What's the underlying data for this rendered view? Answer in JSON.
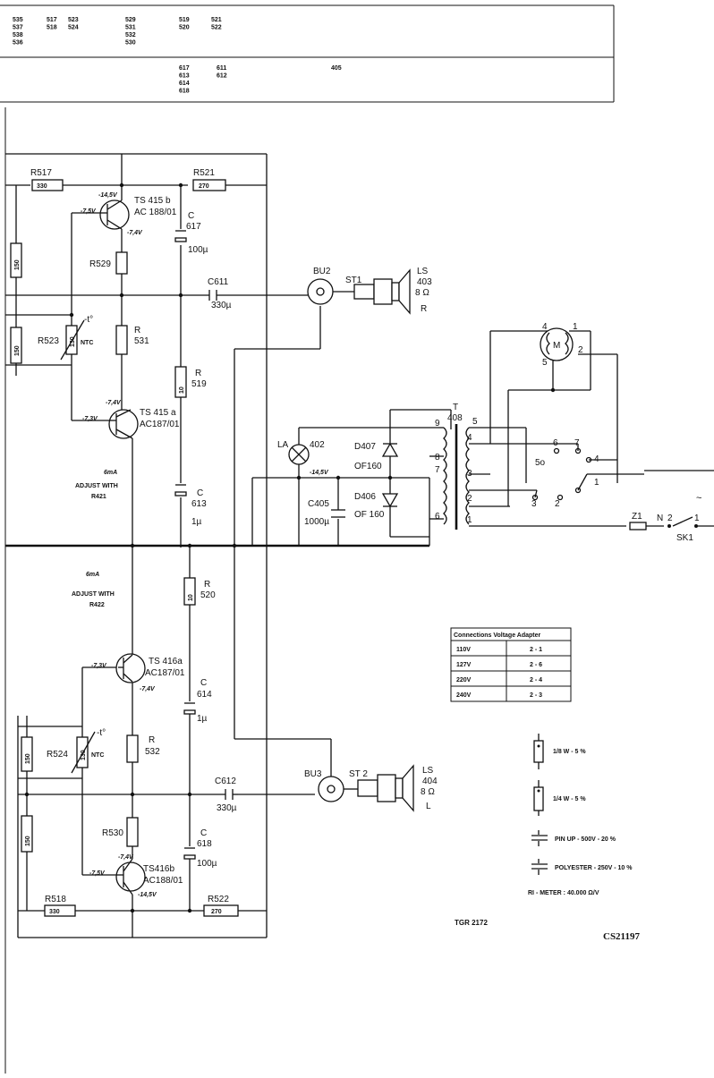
{
  "location_table": {
    "row1_groups": [
      [
        "535",
        "537",
        "538",
        "536"
      ],
      [
        "517",
        "518"
      ],
      [
        "523",
        "524"
      ],
      [
        "529",
        "531",
        "532",
        "530"
      ],
      [
        "519",
        "520"
      ],
      [
        "521",
        "522"
      ]
    ],
    "row2_groups": [
      [
        "617",
        "613",
        "614",
        "618"
      ],
      [
        "611",
        "612"
      ],
      [
        "405"
      ]
    ]
  },
  "components": {
    "r517": "R517",
    "r517_val": "330",
    "r521": "R521",
    "r521_val": "270",
    "ts415b": "TS 415 b",
    "ts415b_type": "AC 188/01",
    "v_145_top": "-14,5V",
    "v_75_top": "-7,5V",
    "v_74_top": "-7,4V",
    "c617_c": "C",
    "c617": "617",
    "c617_val": "100µ",
    "r529": "R529",
    "r_left_top": "150",
    "c611": "C611",
    "c611_val": "330µ",
    "bu2": "BU2",
    "st1": "ST1",
    "ls403": "LS",
    "ls403_n": "403",
    "ls403_ohm": "8 Ω",
    "ls403_ch": "R",
    "r523": "R523",
    "r523_val": "130",
    "ntc_top": "NTC",
    "temp_top": "-t°",
    "r531_r": "R",
    "r531": "531",
    "r519_r": "R",
    "r519": "519",
    "r519_val": "10",
    "r150_mid": "150",
    "ts415a": "TS 415 a",
    "ts415a_type": "AC187/01",
    "v_74_mid": "-7,4V",
    "v_73_mid": "-7,3V",
    "adj1_ma": "6mA",
    "adj1_text": "ADJUST WITH",
    "adj1_ref": "R421",
    "c613_c": "C",
    "c613": "613",
    "c613_val": "1µ",
    "la": "LA",
    "la_n": "402",
    "d407": "D407",
    "d407_val": "OF160",
    "d406": "D406",
    "d406_val": "OF 160",
    "c405": "C405",
    "c405_val": "1000µ",
    "v_145_mid": "-14,5V",
    "t408_t": "T",
    "t408": "408",
    "m": "M",
    "z1": "Z1",
    "n": "N",
    "sk1": "SK1",
    "ac": "~",
    "pin_4": "4",
    "pin_1": "1",
    "pin_5": "5",
    "pin_2": "2",
    "t_pin_9": "9",
    "t_pin_8": "8",
    "t_pin_7": "7",
    "t_pin_6": "6",
    "t_pin_5": "5",
    "t_pin_4": "4",
    "t_pin_3": "3",
    "t_pin_2": "2",
    "t_pin_1": "1",
    "sw_6": "6",
    "sw_7": "7",
    "sw_4": "4",
    "sw_5": "5o",
    "sw_1": "1",
    "sw_3": "3",
    "sw_2": "2",
    "ac_2": "2",
    "ac_1": "1",
    "adj2_ma": "6mA",
    "adj2_text": "ADJUST WITH",
    "adj2_ref": "R422",
    "r520_r": "R",
    "r520": "520",
    "r520_val": "10",
    "ts416a": "TS 416a",
    "ts416a_type": "AC187/01",
    "v_73_bot": "-7,3V",
    "v_74_bot": "-7,4V",
    "c614_c": "C",
    "c614": "614",
    "c614_val": "1µ",
    "r524": "R524",
    "r524_val": "130",
    "ntc_bot": "NTC",
    "temp_bot": "-t°",
    "r532_r": "R",
    "r532": "532",
    "r150_low1": "150",
    "r150_low2": "150",
    "c612": "C612",
    "c612_val": "330µ",
    "bu3": "BU3",
    "st2": "ST 2",
    "ls404": "LS",
    "ls404_n": "404",
    "ls404_ohm": "8 Ω",
    "ls404_ch": "L",
    "r530": "R530",
    "c618_c": "C",
    "c618": "618",
    "c618_val": "100µ",
    "ts416b": "TS416b",
    "ts416b_type": "AC188/01",
    "v_74_low": "-7,4V",
    "v_75_low": "-7,5V",
    "v_145_low": "-14,5V",
    "r518": "R518",
    "r518_val": "330",
    "r522": "R522",
    "r522_val": "270"
  },
  "voltage_table": {
    "header": "Connections Voltage Adapter",
    "rows": [
      {
        "voltage": "110V",
        "pins": "2 - 1"
      },
      {
        "voltage": "127V",
        "pins": "2 - 6"
      },
      {
        "voltage": "220V",
        "pins": "2 - 4"
      },
      {
        "voltage": "240V",
        "pins": "2 - 3"
      }
    ]
  },
  "legend": {
    "eighth_watt": "1/8 W - 5 %",
    "quarter_watt": "1/4 W - 5 %",
    "pin_up": "PIN  UP - 500V - 20 %",
    "polyester": "POLYESTER - 250V - 10 %",
    "ri_meter": "RI - METER : 40.000 Ω/V"
  },
  "footer": {
    "tgr": "TGR 2172",
    "code": "CS21197"
  }
}
